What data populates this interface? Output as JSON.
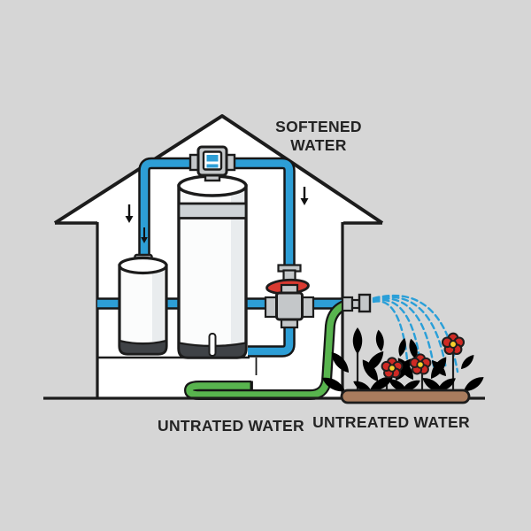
{
  "title": "Water softener system diagram",
  "labels": {
    "softened_line1": "SOFTENED",
    "softened_line2": "WATER",
    "bottom_left": "UNTRATED WATER",
    "bottom_right": "UNTREATED WATER"
  },
  "colors": {
    "background": "#d6d6d6",
    "outline": "#1c1c1c",
    "house_fill": "#ffffff",
    "pipe_blue": "#2d9ed6",
    "hose_green": "#58b44e",
    "valve_red": "#d93a31",
    "fitting_gray": "#c4c7c9",
    "tank_band_gray": "#ced3d6",
    "tank_base_dark": "#3f4246",
    "leaf_green": "#7cc94e",
    "flower_red": "#cf2a24",
    "flower_center_yellow": "#f7d02c",
    "soil_brown": "#a97c5e",
    "spray_blue": "#2a9fd8",
    "text": "#242424"
  },
  "components": [
    "house-outline",
    "roof",
    "softener-tank",
    "brine-tank",
    "control-valve-head",
    "shutoff-valve",
    "cross-fitting",
    "water-pipe-loop",
    "garden-hose-coil",
    "hose-nozzle",
    "water-spray",
    "flower-bed",
    "soil-bed",
    "flow-arrows"
  ],
  "flow_arrow_count": 3,
  "flower_count": 3,
  "spray_stream_count": 5
}
